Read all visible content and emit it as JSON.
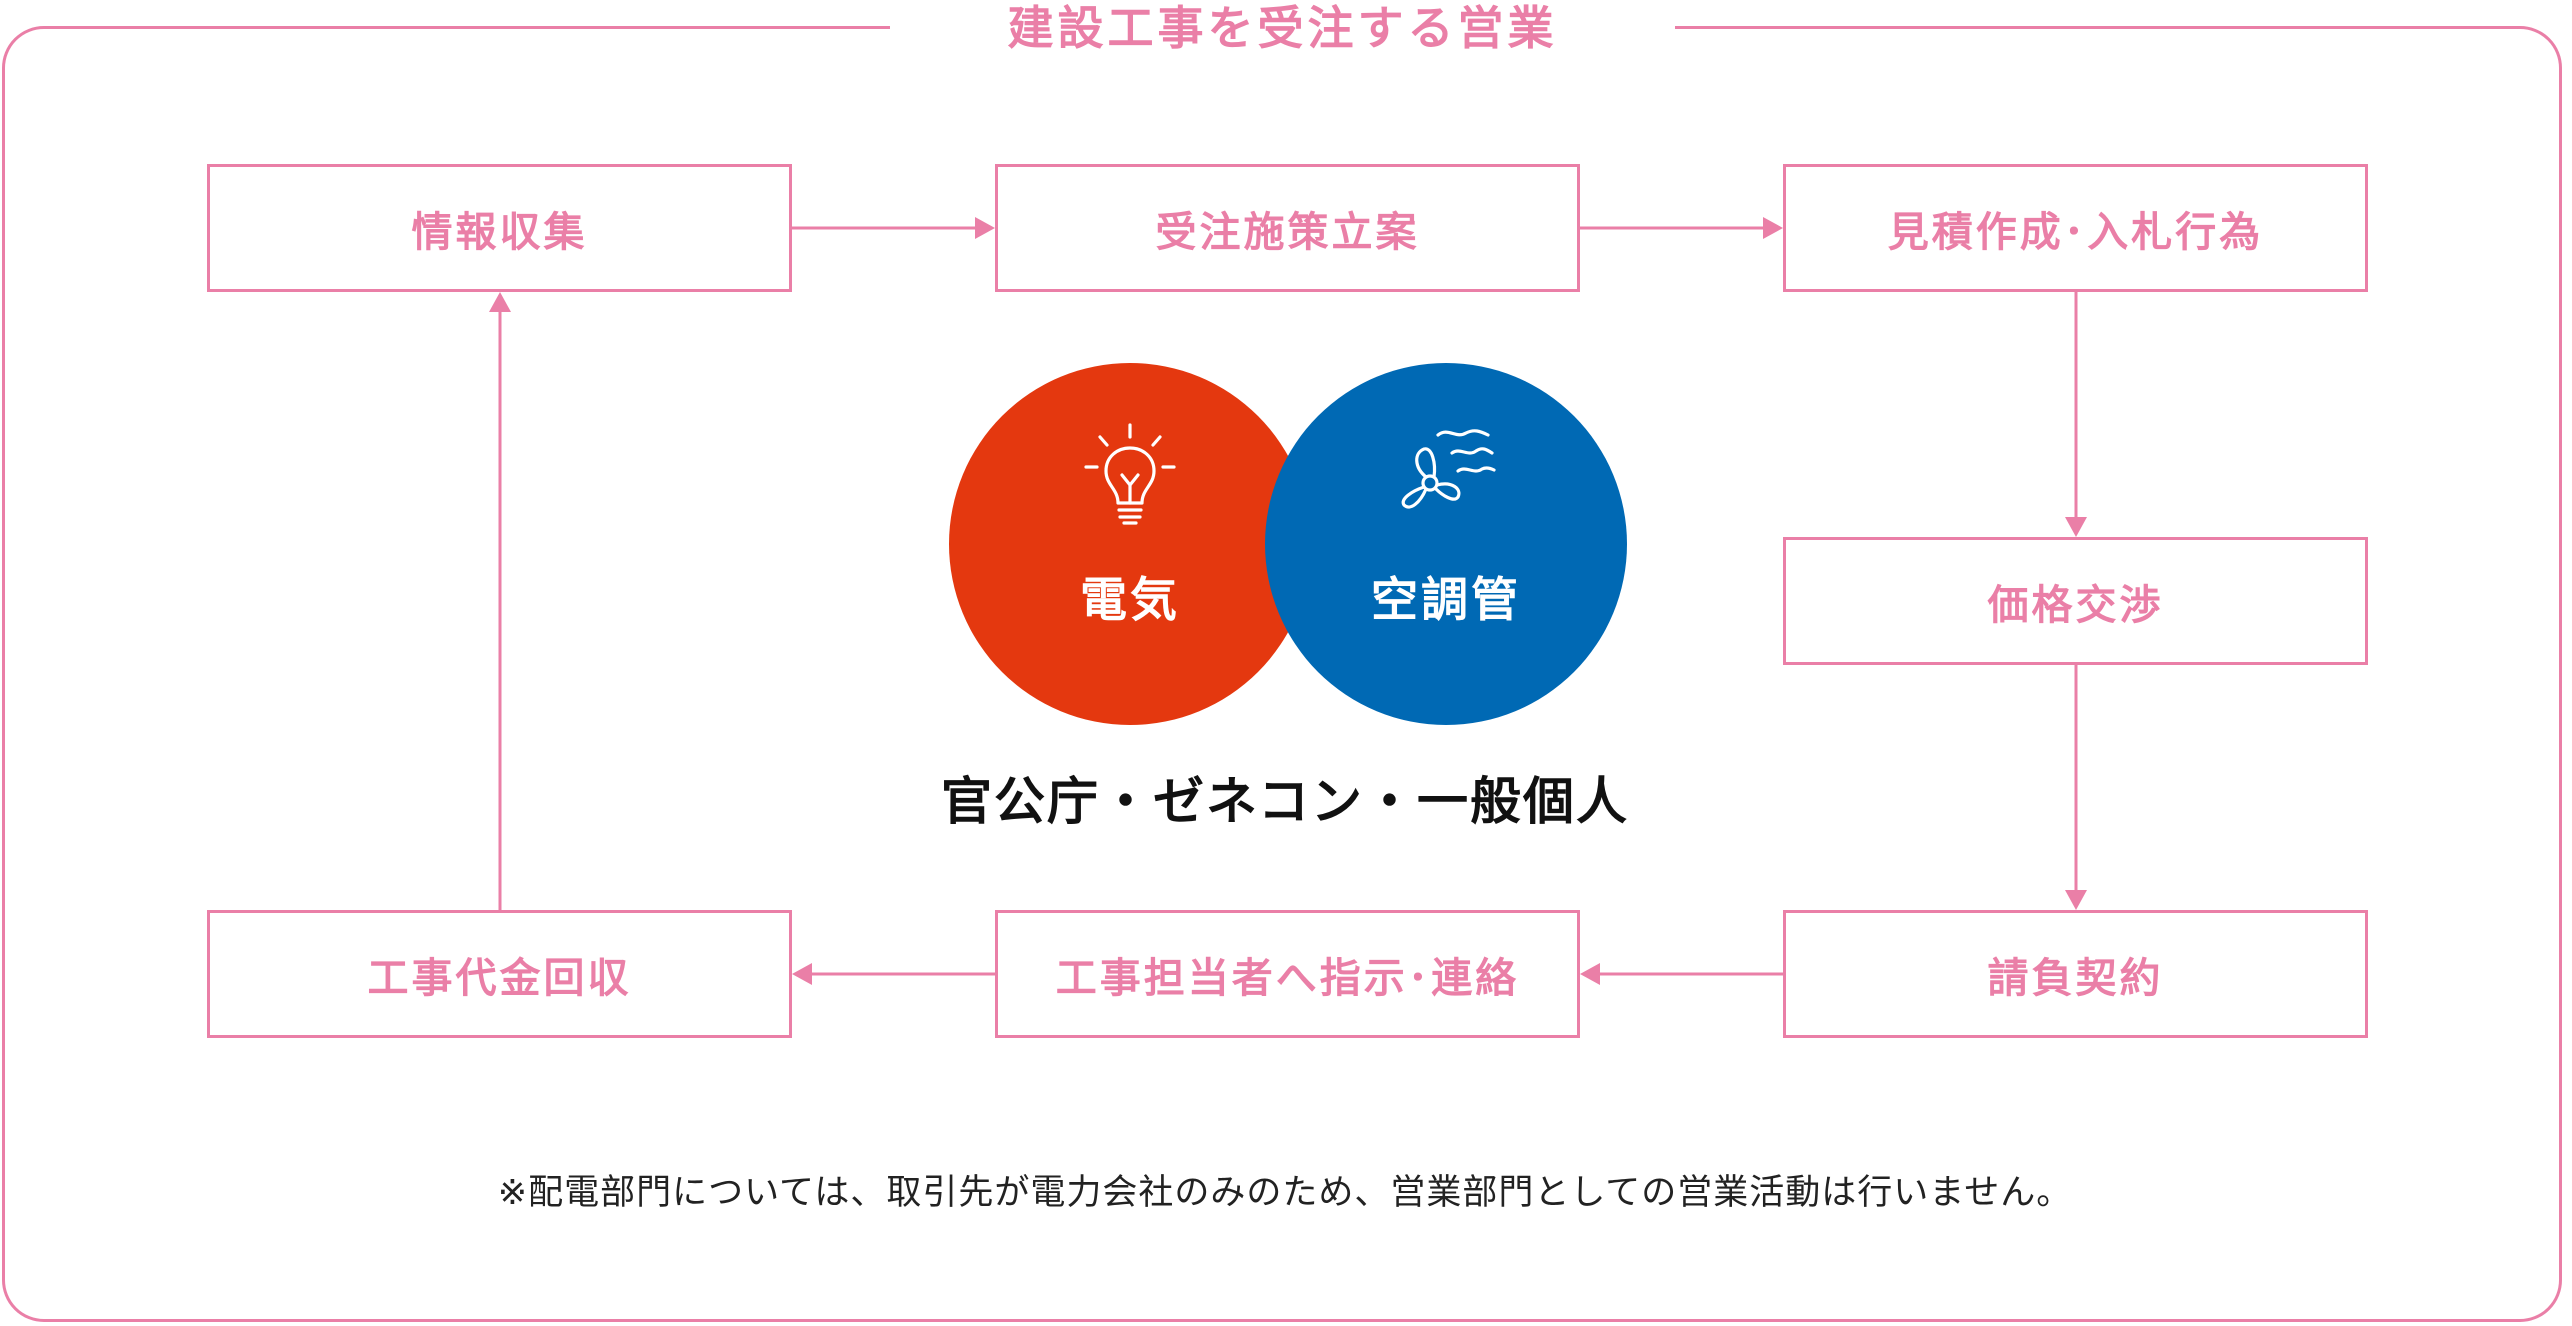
{
  "title": "建設工事を受注する営業",
  "steps": [
    {
      "label": "情報収集"
    },
    {
      "label": "受注施策立案"
    },
    {
      "label": "見積作成･入札行為"
    },
    {
      "label": "価格交渉"
    },
    {
      "label": "請負契約"
    },
    {
      "label": "工事担当者へ指示･連絡"
    },
    {
      "label": "工事代金回収"
    }
  ],
  "divisions": [
    {
      "label": "電気",
      "icon": "lightbulb-icon",
      "color": "#e4380f"
    },
    {
      "label": "空調管",
      "icon": "fan-icon",
      "color": "#0069b4"
    }
  ],
  "clients": "官公庁・ゼネコン・一般個人",
  "note": "※配電部門については、取引先が電力会社のみのため、営業部門としての営業活動は行いません。",
  "colors": {
    "accent": "#ea7fa7",
    "electric": "#e4380f",
    "hvac": "#0069b4"
  }
}
